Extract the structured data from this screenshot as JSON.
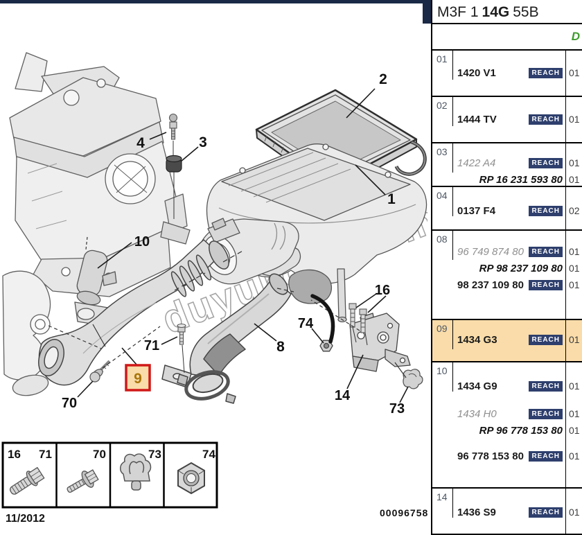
{
  "colors": {
    "navy": "#1a2946",
    "badge_navy": "#2e3f6d",
    "row_highlight": "#f9dca9",
    "green_d": "#3f9b2f",
    "red_box": "#d01818"
  },
  "diagram": {
    "watermark": "duyukoto.com",
    "date": "11/2012",
    "sheet_number": "00096758",
    "callouts": [
      {
        "label": "2"
      },
      {
        "label": "1"
      },
      {
        "label": "4"
      },
      {
        "label": "3"
      },
      {
        "label": "10"
      },
      {
        "label": "9",
        "highlighted": true
      },
      {
        "label": "71"
      },
      {
        "label": "8"
      },
      {
        "label": "74"
      },
      {
        "label": "16"
      },
      {
        "label": "14"
      },
      {
        "label": "73"
      },
      {
        "label": "70"
      }
    ],
    "legend": {
      "cells": [
        {
          "labels": [
            "16",
            "71"
          ],
          "icon": "flange-bolt"
        },
        {
          "labels": [
            "70"
          ],
          "icon": "flange-screw"
        },
        {
          "labels": [
            "73"
          ],
          "icon": "retaining-clip"
        },
        {
          "labels": [
            "74"
          ],
          "icon": "hex-nut"
        }
      ]
    }
  },
  "table": {
    "code_prefix": "M3F 1",
    "code_bold": "14G",
    "code_suffix": "55B",
    "column_d": "D",
    "reach": "REACH",
    "rows": [
      {
        "index": "01",
        "lines": [
          {
            "text": "1420 V1",
            "style": "bold",
            "qty": "01"
          }
        ]
      },
      {
        "index": "02",
        "lines": [
          {
            "text": "1444 TV",
            "style": "bold",
            "qty": "01"
          }
        ]
      },
      {
        "index": "03",
        "lines": [
          {
            "text": "1422 A4",
            "style": "italic-gray",
            "qty": "01"
          },
          {
            "text": "RP 16 231 593 80",
            "style": "rp",
            "qty": "01"
          }
        ]
      },
      {
        "index": "04",
        "lines": [
          {
            "text": "0137 F4",
            "style": "bold",
            "qty": "02"
          }
        ]
      },
      {
        "index": "08",
        "lines": [
          {
            "text": "96 749 874 80",
            "style": "italic-gray",
            "qty": "01"
          },
          {
            "text": "RP 98 237 109 80",
            "style": "rp",
            "qty": "01"
          },
          {
            "text": "98 237 109 80",
            "style": "bold",
            "qty": "01"
          }
        ]
      },
      {
        "index": "09",
        "highlight": true,
        "lines": [
          {
            "text": "1434 G3",
            "style": "bold",
            "qty": "01"
          }
        ]
      },
      {
        "index": "10",
        "lines": [
          {
            "text": "1434 G9",
            "style": "bold",
            "qty": "01"
          },
          {
            "text": "1434 H0",
            "style": "italic-gray",
            "qty": "01"
          },
          {
            "text": "RP 96 778 153 80",
            "style": "rp",
            "qty": "01"
          },
          {
            "text": "96 778 153 80",
            "style": "bold",
            "qty": "01"
          }
        ]
      },
      {
        "index": "14",
        "lines": [
          {
            "text": "1436 S9",
            "style": "bold",
            "qty": "01"
          }
        ]
      }
    ]
  }
}
